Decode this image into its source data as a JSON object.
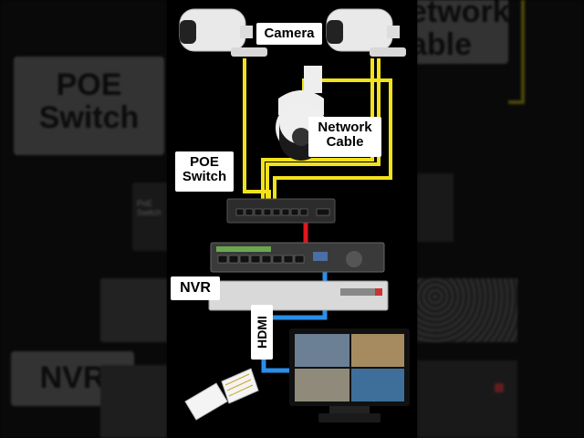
{
  "labels": {
    "camera": "Camera",
    "network_cable_line1": "Network",
    "network_cable_line2": "Cable",
    "poe_switch_line1": "POE",
    "poe_switch_line2": "Switch",
    "nvr": "NVR",
    "hdmi": "HDMI"
  },
  "background": {
    "left_top_line1": "POE",
    "left_top_line2": "Switch",
    "left_bottom": "NVR",
    "right_top_line1": "etwork",
    "right_top_line2": "able",
    "switch_small_line1": "PoE",
    "switch_small_line2": "Switch"
  },
  "colors": {
    "network_cable": "#f2e21b",
    "poe_to_nvr_cable": "#e0161b",
    "hdmi_cable": "#2a8ee8",
    "label_bg": "#ffffff"
  },
  "icons": {
    "camera": "bullet-camera-icon",
    "ptz": "ptz-dome-camera-icon",
    "switch": "poe-switch-icon",
    "nvr": "nvr-recorder-icon",
    "monitor": "monitor-icon",
    "connector": "rj45-connector-icon"
  }
}
